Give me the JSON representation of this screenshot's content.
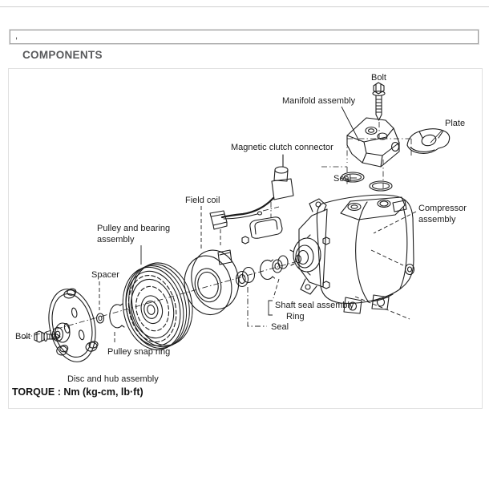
{
  "window": {
    "topbar_text": ","
  },
  "page": {
    "section_title": "COMPONENTS"
  },
  "diagram": {
    "labels": {
      "bolt_top": "Bolt",
      "manifold_assembly": "Manifold assembly",
      "plate": "Plate",
      "seal_top": "Seal",
      "magnetic_clutch_connector": "Magnetic clutch connector",
      "field_coil": "Field coil",
      "compressor_assembly_line1": "Compressor",
      "compressor_assembly_line2": "assembly",
      "pulley_bearing_line1": "Pulley and bearing",
      "pulley_bearing_line2": "assembly",
      "spacer": "Spacer",
      "shaft_seal_assembly": "Shaft seal assembly",
      "ring": "Ring",
      "seal_bottom": "Seal",
      "pulley_snap_ring": "Pulley snap ring",
      "bolt_bottom": "Bolt",
      "disc_and_hub_assembly": "Disc and hub assembly"
    },
    "torque_note": "TORQUE : Nm (kg-cm, lb·ft)",
    "colors": {
      "line_color": "#1c1c1c",
      "heading_color": "#58595b",
      "frame_border": "#e0e0e0",
      "topbar_border": "#9c9c9c"
    }
  }
}
